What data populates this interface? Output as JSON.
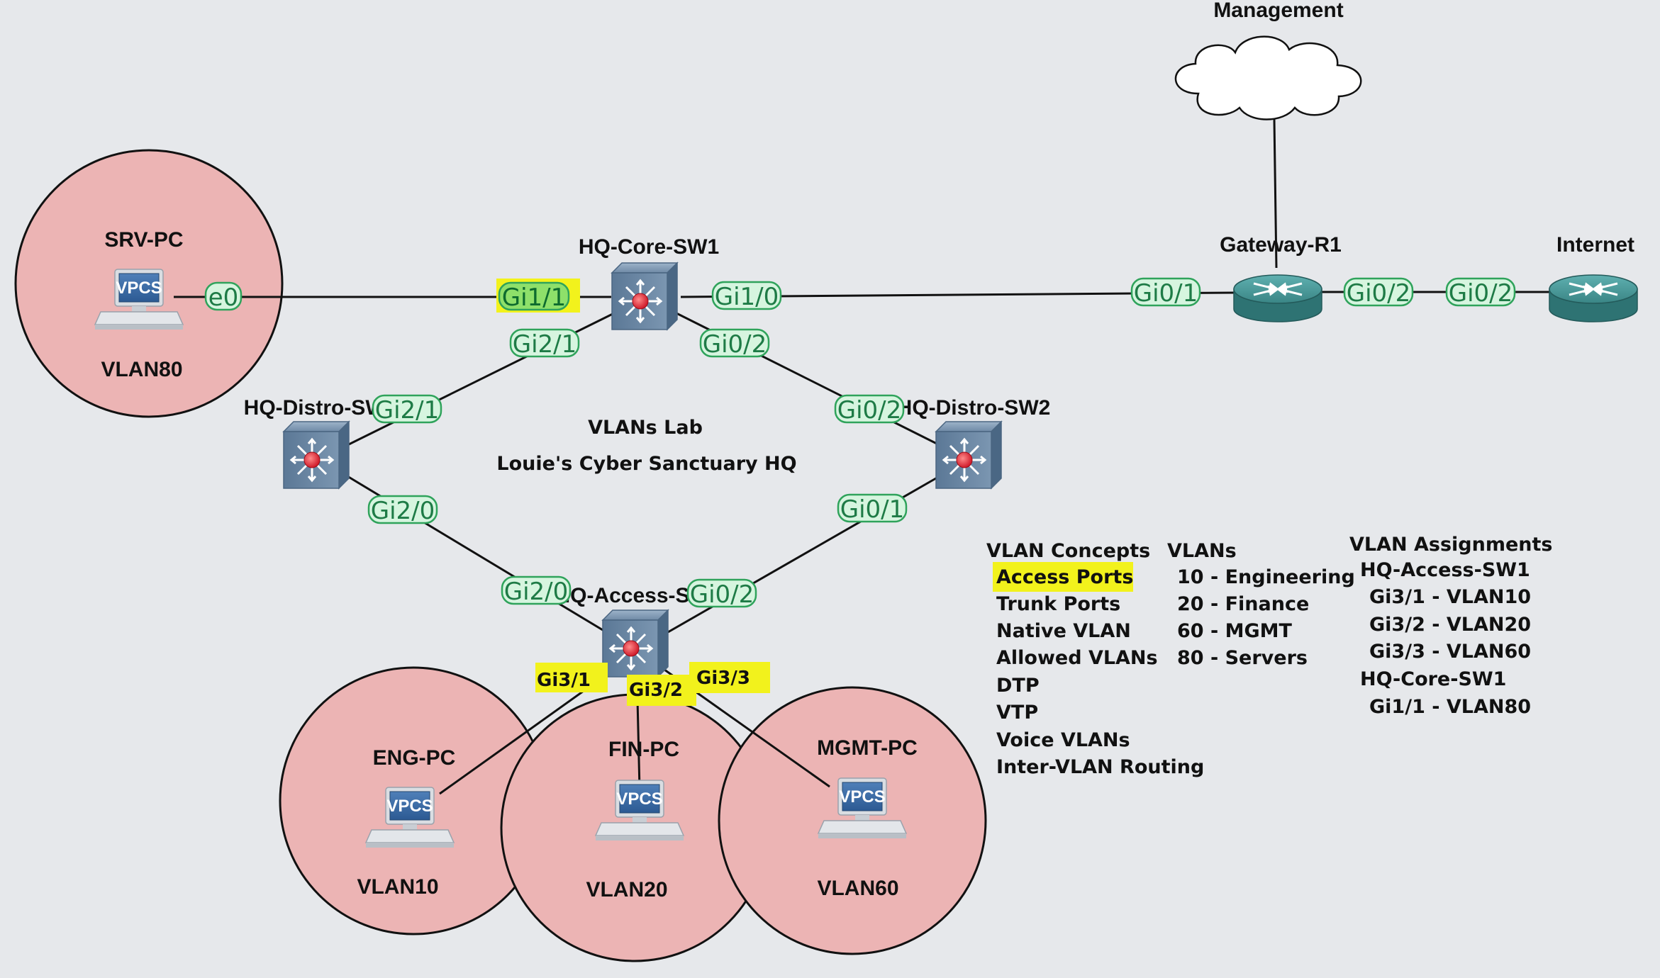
{
  "diagram": {
    "nodes": {
      "srv_pc": {
        "label": "SRV-PC",
        "vlan_label": "VLAN80",
        "device_text": "VPCS"
      },
      "eng_pc": {
        "label": "ENG-PC",
        "vlan_label": "VLAN10",
        "device_text": "VPCS"
      },
      "fin_pc": {
        "label": "FIN-PC",
        "vlan_label": "VLAN20",
        "device_text": "VPCS"
      },
      "mgmt_pc": {
        "label": "MGMT-PC",
        "vlan_label": "VLAN60",
        "device_text": "VPCS"
      },
      "core_sw": {
        "label": "HQ-Core-SW1"
      },
      "distro_sw1": {
        "label": "HQ-Distro-SW1"
      },
      "distro_sw2": {
        "label": "HQ-Distro-SW2"
      },
      "access_sw": {
        "label": "HQ-Access-SW1"
      },
      "gateway": {
        "label": "Gateway-R1"
      },
      "internet": {
        "label": "Internet"
      },
      "management": {
        "label": "Management"
      }
    },
    "ports": {
      "srv_e0": "e0",
      "core_gi1_1": "Gi1/1",
      "core_gi1_0": "Gi1/0",
      "core_gi2_1": "Gi2/1",
      "core_gi0_2": "Gi0/2",
      "distro1_gi2_1": "Gi2/1",
      "distro1_gi2_0": "Gi2/0",
      "distro2_gi0_2": "Gi0/2",
      "distro2_gi0_1": "Gi0/1",
      "access_gi2_0": "Gi2/0",
      "access_gi0_2": "Gi0/2",
      "gw_gi0_1": "Gi0/1",
      "gw_gi0_2": "Gi0/2",
      "inet_gi0_2": "Gi0/2"
    },
    "access_port_labels": {
      "gi3_1": "Gi3/1",
      "gi3_2": "Gi3/2",
      "gi3_3": "Gi3/3"
    },
    "title": {
      "line1": "VLANs Lab",
      "line2": "Louie's Cyber Sanctuary HQ"
    },
    "notes": {
      "concepts": {
        "heading": "VLAN Concepts",
        "items": [
          "Access Ports",
          "Trunk Ports",
          "Native VLAN",
          "Allowed VLANs",
          "DTP",
          "VTP",
          "Voice VLANs",
          "Inter-VLAN Routing"
        ]
      },
      "vlans": {
        "heading": "VLANs",
        "items": [
          "10 - Engineering",
          "20 - Finance",
          "60 - MGMT",
          "80 - Servers"
        ]
      },
      "assignments": {
        "heading": "VLAN Assignments",
        "lines": [
          "HQ-Access-SW1",
          "Gi3/1 - VLAN10",
          "Gi3/2 - VLAN20",
          "Gi3/3 - VLAN60",
          "HQ-Core-SW1",
          "Gi1/1 - VLAN80"
        ]
      }
    },
    "colors": {
      "background": "#e6e8eb",
      "vlan_zone_fill": "#ecb4b4",
      "port_badge_border": "#2fa35b",
      "port_badge_fill": "#d6f5df",
      "highlight": "#f2f21c",
      "switch_body": "#5f7c9a",
      "router_body": "#3f8a8a"
    }
  }
}
